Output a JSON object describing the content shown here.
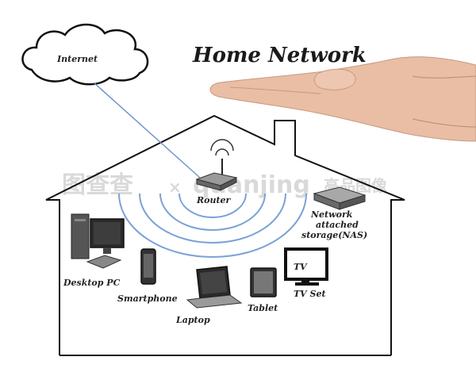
{
  "title": "Home Network",
  "cloud_label": "Internet",
  "devices": {
    "router": "Router",
    "nas_line1": "Network",
    "nas_line2": "attached",
    "nas_line3": "storage(NAS)",
    "desktop": "Desktop PC",
    "smartphone": "Smartphone",
    "laptop": "Laptop",
    "tablet": "Tablet",
    "tv_screen": "TV",
    "tv": "TV Set"
  },
  "watermark": {
    "brand": "图查查",
    "separator": "×",
    "partner": "quanjing",
    "suffix": "高品图像"
  },
  "colors": {
    "wifi": "#7aa2d8",
    "line": "#6f95cf",
    "outline": "#111111"
  }
}
